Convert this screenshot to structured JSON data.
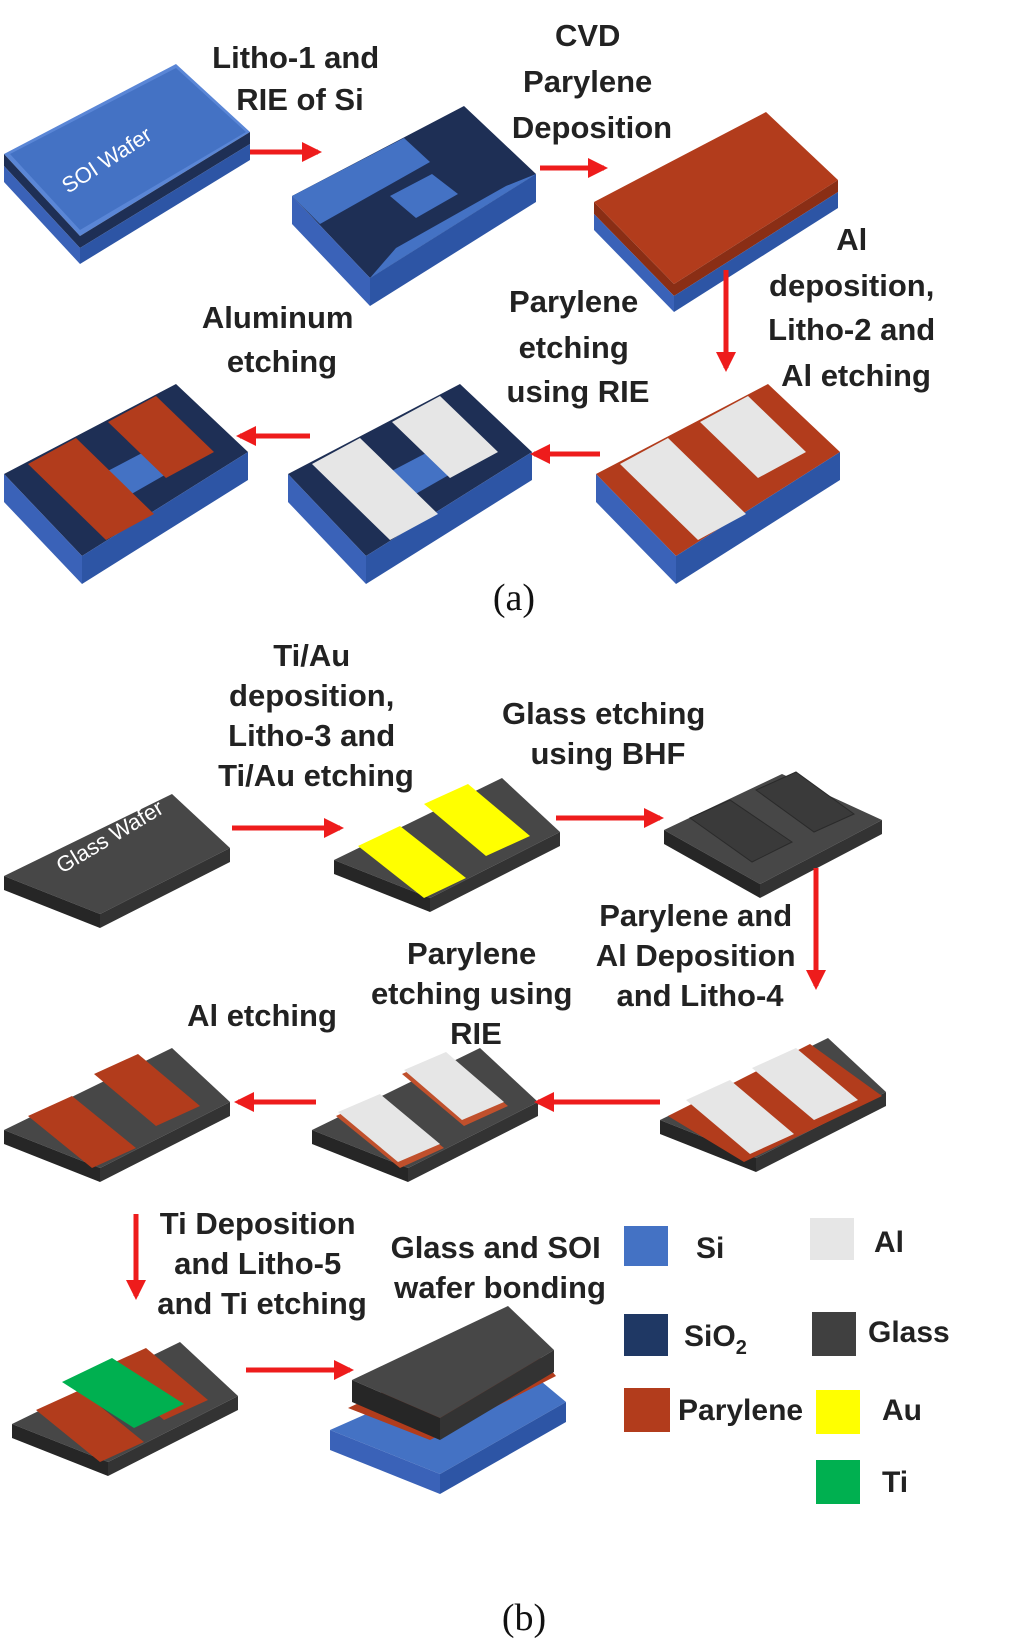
{
  "panel_a": {
    "caption": "(a)",
    "wafer_label": "SOI Wafer",
    "steps": {
      "litho1": [
        "Litho-1 and",
        "RIE of Si"
      ],
      "cvd": [
        "CVD",
        "Parylene",
        "Deposition"
      ],
      "al_dep": [
        "Al",
        "deposition,",
        "Litho-2 and",
        "Al etching"
      ],
      "pary_rie": [
        "Parylene",
        "etching",
        "using RIE"
      ],
      "al_etch": [
        "Aluminum",
        "etching"
      ]
    }
  },
  "panel_b": {
    "caption": "(b)",
    "wafer_label": "Glass Wafer",
    "steps": {
      "tiau": [
        "Ti/Au",
        "deposition,",
        "Litho-3 and",
        "Ti/Au etching"
      ],
      "glass_bhf": [
        "Glass etching",
        "using BHF"
      ],
      "pary_al": [
        "Parylene and",
        "Al Deposition",
        "and Litho-4"
      ],
      "pary_rie": [
        "Parylene",
        "etching using",
        "RIE"
      ],
      "al_etch": [
        "Al etching"
      ],
      "ti_dep": [
        "Ti Deposition",
        "and Litho-5",
        "and Ti etching"
      ],
      "bonding": [
        "Glass and SOI",
        "wafer bonding"
      ]
    }
  },
  "legend": [
    {
      "label": "Si",
      "color": "#4472c4"
    },
    {
      "label": "Al",
      "color": "#e6e6e6"
    },
    {
      "label": "SiO",
      "sub": "2",
      "color": "#1f3864"
    },
    {
      "label": "Glass",
      "color": "#404040"
    },
    {
      "label": "Parylene",
      "color": "#b23c1c"
    },
    {
      "label": "Au",
      "color": "#ffff00"
    },
    {
      "label": "Ti",
      "color": "#00b050"
    }
  ],
  "colors": {
    "si": "#4472c4",
    "sio2": "#1f3864",
    "parylene": "#b23c1c",
    "al": "#e6e6e6",
    "glass": "#404040",
    "au": "#ffff00",
    "ti": "#00b050",
    "arrow": "#ee1c1c"
  }
}
